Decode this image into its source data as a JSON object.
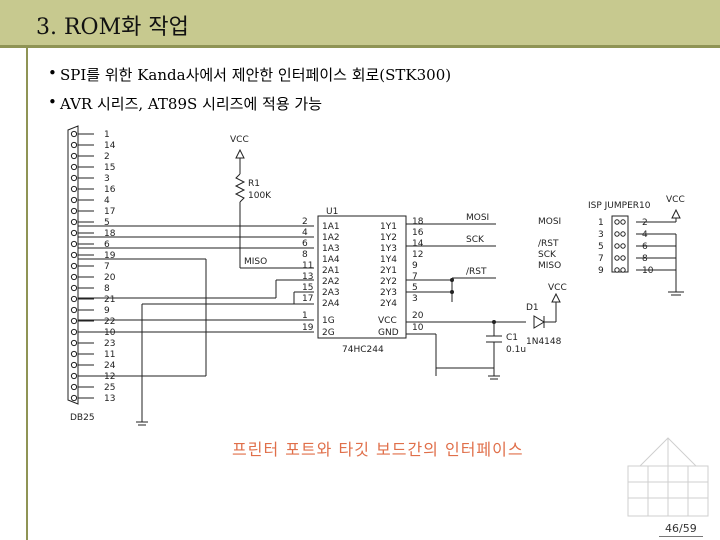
{
  "header": {
    "title": "3. ROM화 작업"
  },
  "bullets": [
    "SPI를 위한 Kanda사에서 제안한 인터페이스 회로(STK300)",
    "AVR 시리즈, AT89S 시리즈에 적용 가능"
  ],
  "schematic": {
    "db25_pins": [
      "1",
      "14",
      "2",
      "15",
      "3",
      "16",
      "4",
      "17",
      "5",
      "18",
      "6",
      "19",
      "7",
      "20",
      "8",
      "21",
      "9",
      "22",
      "10",
      "23",
      "11",
      "24",
      "12",
      "25",
      "13"
    ],
    "db25_label": "DB25",
    "vcc_label": "VCC",
    "resistor_ref": "R1",
    "resistor_value": "100K",
    "ic_ref": "U1",
    "ic_part": "74HC244",
    "ic_left_pin_numbers": [
      "2",
      "4",
      "6",
      "8",
      "11",
      "13",
      "15",
      "17"
    ],
    "ic_left_pin_names": [
      "1A1",
      "1A2",
      "1A3",
      "1A4",
      "2A1",
      "2A2",
      "2A3",
      "2A4"
    ],
    "ic_right_pin_numbers": [
      "18",
      "16",
      "14",
      "12",
      "9",
      "7",
      "5",
      "3"
    ],
    "ic_right_pin_names": [
      "1Y1",
      "1Y2",
      "1Y3",
      "1Y4",
      "2Y1",
      "2Y2",
      "2Y3",
      "2Y4"
    ],
    "ic_enable_pins": [
      {
        "num": "1",
        "name": "1G"
      },
      {
        "num": "19",
        "name": "2G"
      }
    ],
    "ic_power_pins": [
      {
        "num": "20",
        "name": "VCC"
      },
      {
        "num": "10",
        "name": "GND"
      }
    ],
    "signal_mosi": "MOSI",
    "signal_sck": "SCK",
    "signal_miso": "MISO",
    "signal_rst": "/RST",
    "diode_ref": "D1",
    "diode_part": "1N4148",
    "cap_ref": "C1",
    "cap_value": "0.1u",
    "jumper_title": "ISP JUMPER10",
    "jumper_signals": [
      "MOSI",
      "/RST",
      "SCK",
      "MISO"
    ],
    "jumper_odd_pins": [
      "1",
      "3",
      "5",
      "7",
      "9"
    ],
    "jumper_even_pins": [
      "2",
      "4",
      "6",
      "8",
      "10"
    ]
  },
  "caption": "프린터 포트와 타깃 보드간의 인터페이스",
  "page_number": "46/59"
}
